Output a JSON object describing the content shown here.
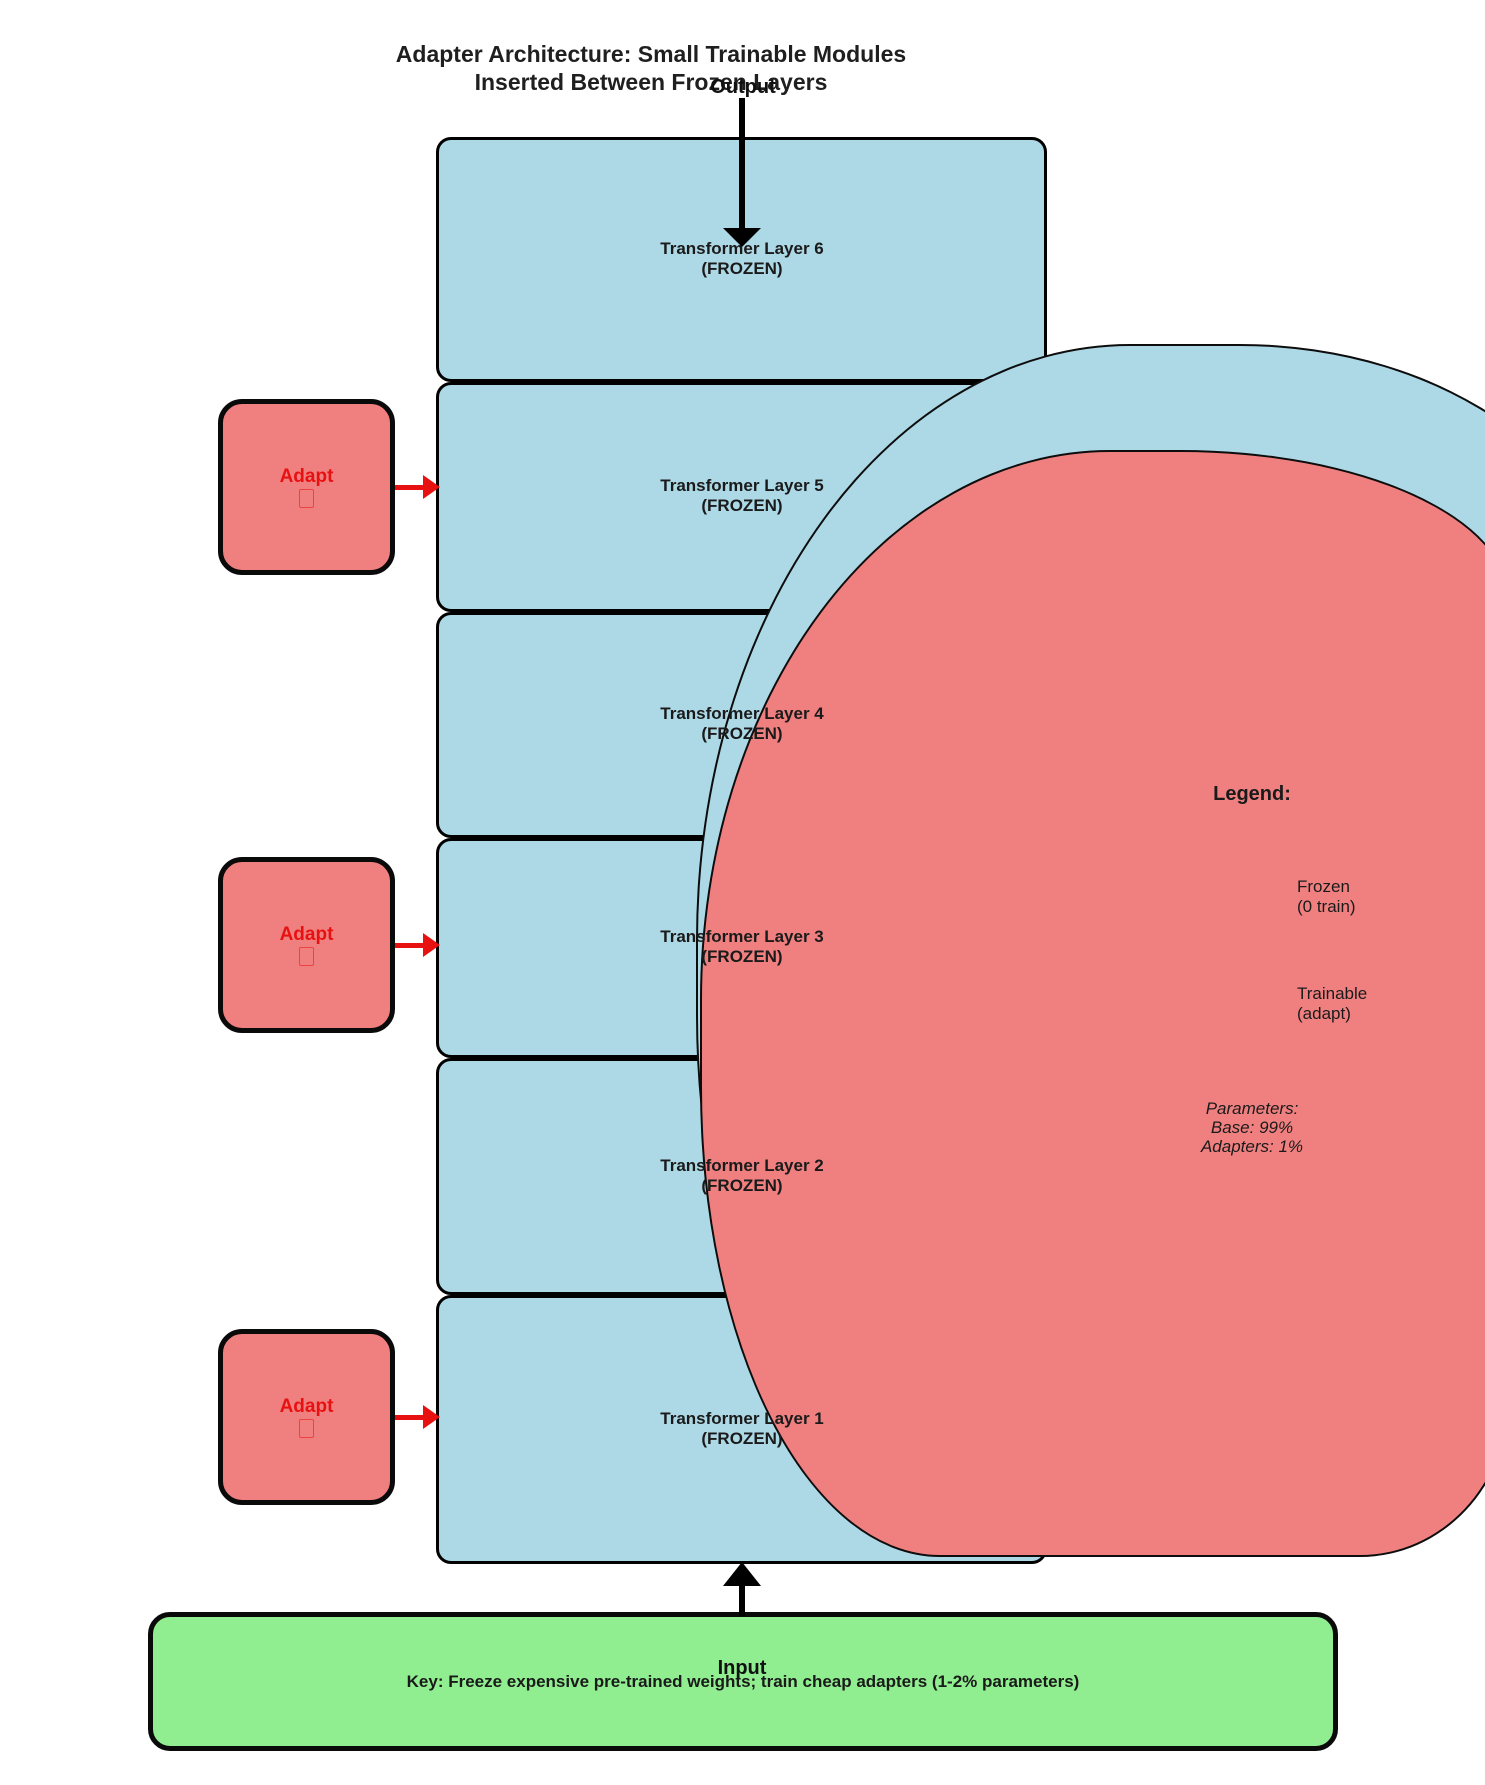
{
  "title": {
    "line1": "Adapter Architecture: Small Trainable Modules",
    "line2": "Inserted Between Frozen Layers"
  },
  "flow": {
    "output_label": "Output",
    "input_label": "Input"
  },
  "stack": {
    "layers": [
      {
        "name": "Transformer Layer 6",
        "status": "(FROZEN)"
      },
      {
        "name": "Transformer Layer 5",
        "status": "(FROZEN)"
      },
      {
        "name": "Transformer Layer 4",
        "status": "(FROZEN)"
      },
      {
        "name": "Transformer Layer 3",
        "status": "(FROZEN)"
      },
      {
        "name": "Transformer Layer 2",
        "status": "(FROZEN)"
      },
      {
        "name": "Transformer Layer 1",
        "status": "(FROZEN)"
      }
    ]
  },
  "adapters": [
    {
      "label": "Adapt",
      "glyph": ""
    },
    {
      "label": "Adapt",
      "glyph": ""
    },
    {
      "label": "Adapt",
      "glyph": ""
    }
  ],
  "legend": {
    "heading": "Legend:",
    "items": [
      {
        "label": "Frozen",
        "sublabel": "(0 train)",
        "swatch_color": "#ADD8E6"
      },
      {
        "label": "Trainable",
        "sublabel": "(adapt)",
        "swatch_color": "#F08080"
      }
    ],
    "parameters": [
      "Parameters:",
      "Base: 99%",
      "Adapters: 1%"
    ]
  },
  "key_note": "Key: Freeze expensive pre-trained weights; train cheap adapters (1-2% parameters)",
  "colors": {
    "frozen": "#ADD8E6",
    "trainable": "#F08080",
    "key_box": "#90EE90",
    "adapter_accent": "#E81111",
    "outline": "#000000"
  }
}
